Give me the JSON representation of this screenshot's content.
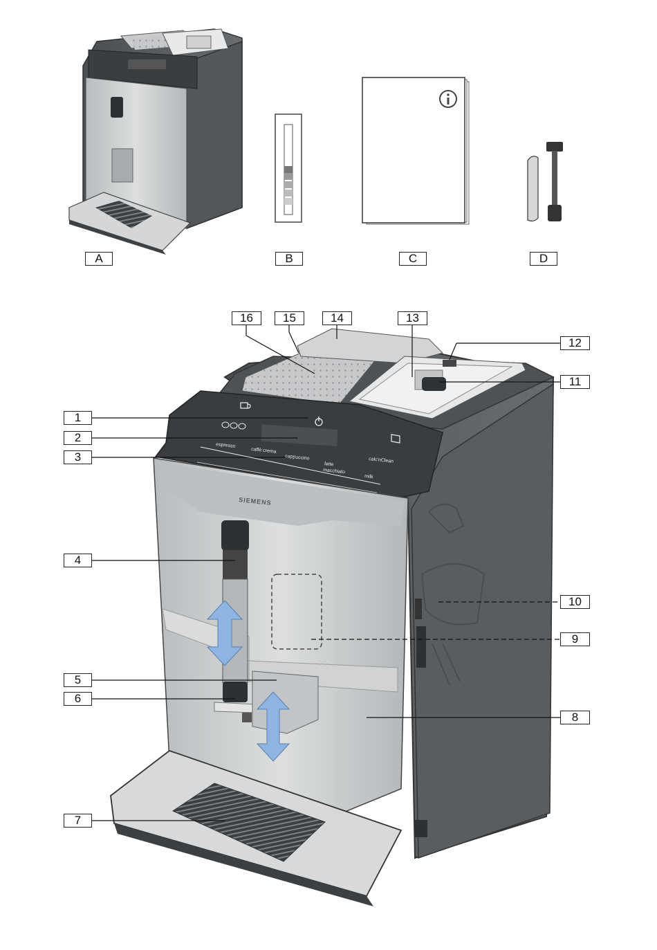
{
  "accessories": [
    {
      "id": "A",
      "name": "coffee-machine-small"
    },
    {
      "id": "B",
      "name": "water-hardness-test-strip"
    },
    {
      "id": "C",
      "name": "instruction-manual"
    },
    {
      "id": "D",
      "name": "milk-tube-and-connector"
    }
  ],
  "callouts": [
    "1",
    "2",
    "3",
    "4",
    "5",
    "6",
    "7",
    "8",
    "9",
    "10",
    "11",
    "12",
    "13",
    "14",
    "15",
    "16"
  ],
  "machine_text": {
    "brand": "SIEMENS",
    "btn_espresso": "espresso",
    "btn_caffe_crema": "caffè crema",
    "btn_cappuccino": "cappuccino",
    "btn_latte_1": "latte",
    "btn_latte_2": "macchiato",
    "btn_milk": "milk",
    "btn_calc": "calc'nClean"
  },
  "icons": [
    "info-icon",
    "power-icon",
    "cup-icon",
    "bean-strength-icon",
    "double-arrow-icon"
  ],
  "colors": {
    "body_dark": "#5a5d60",
    "silver": "#c9cbcd",
    "arrow_blue": "#8db4e2",
    "line": "#222222"
  }
}
